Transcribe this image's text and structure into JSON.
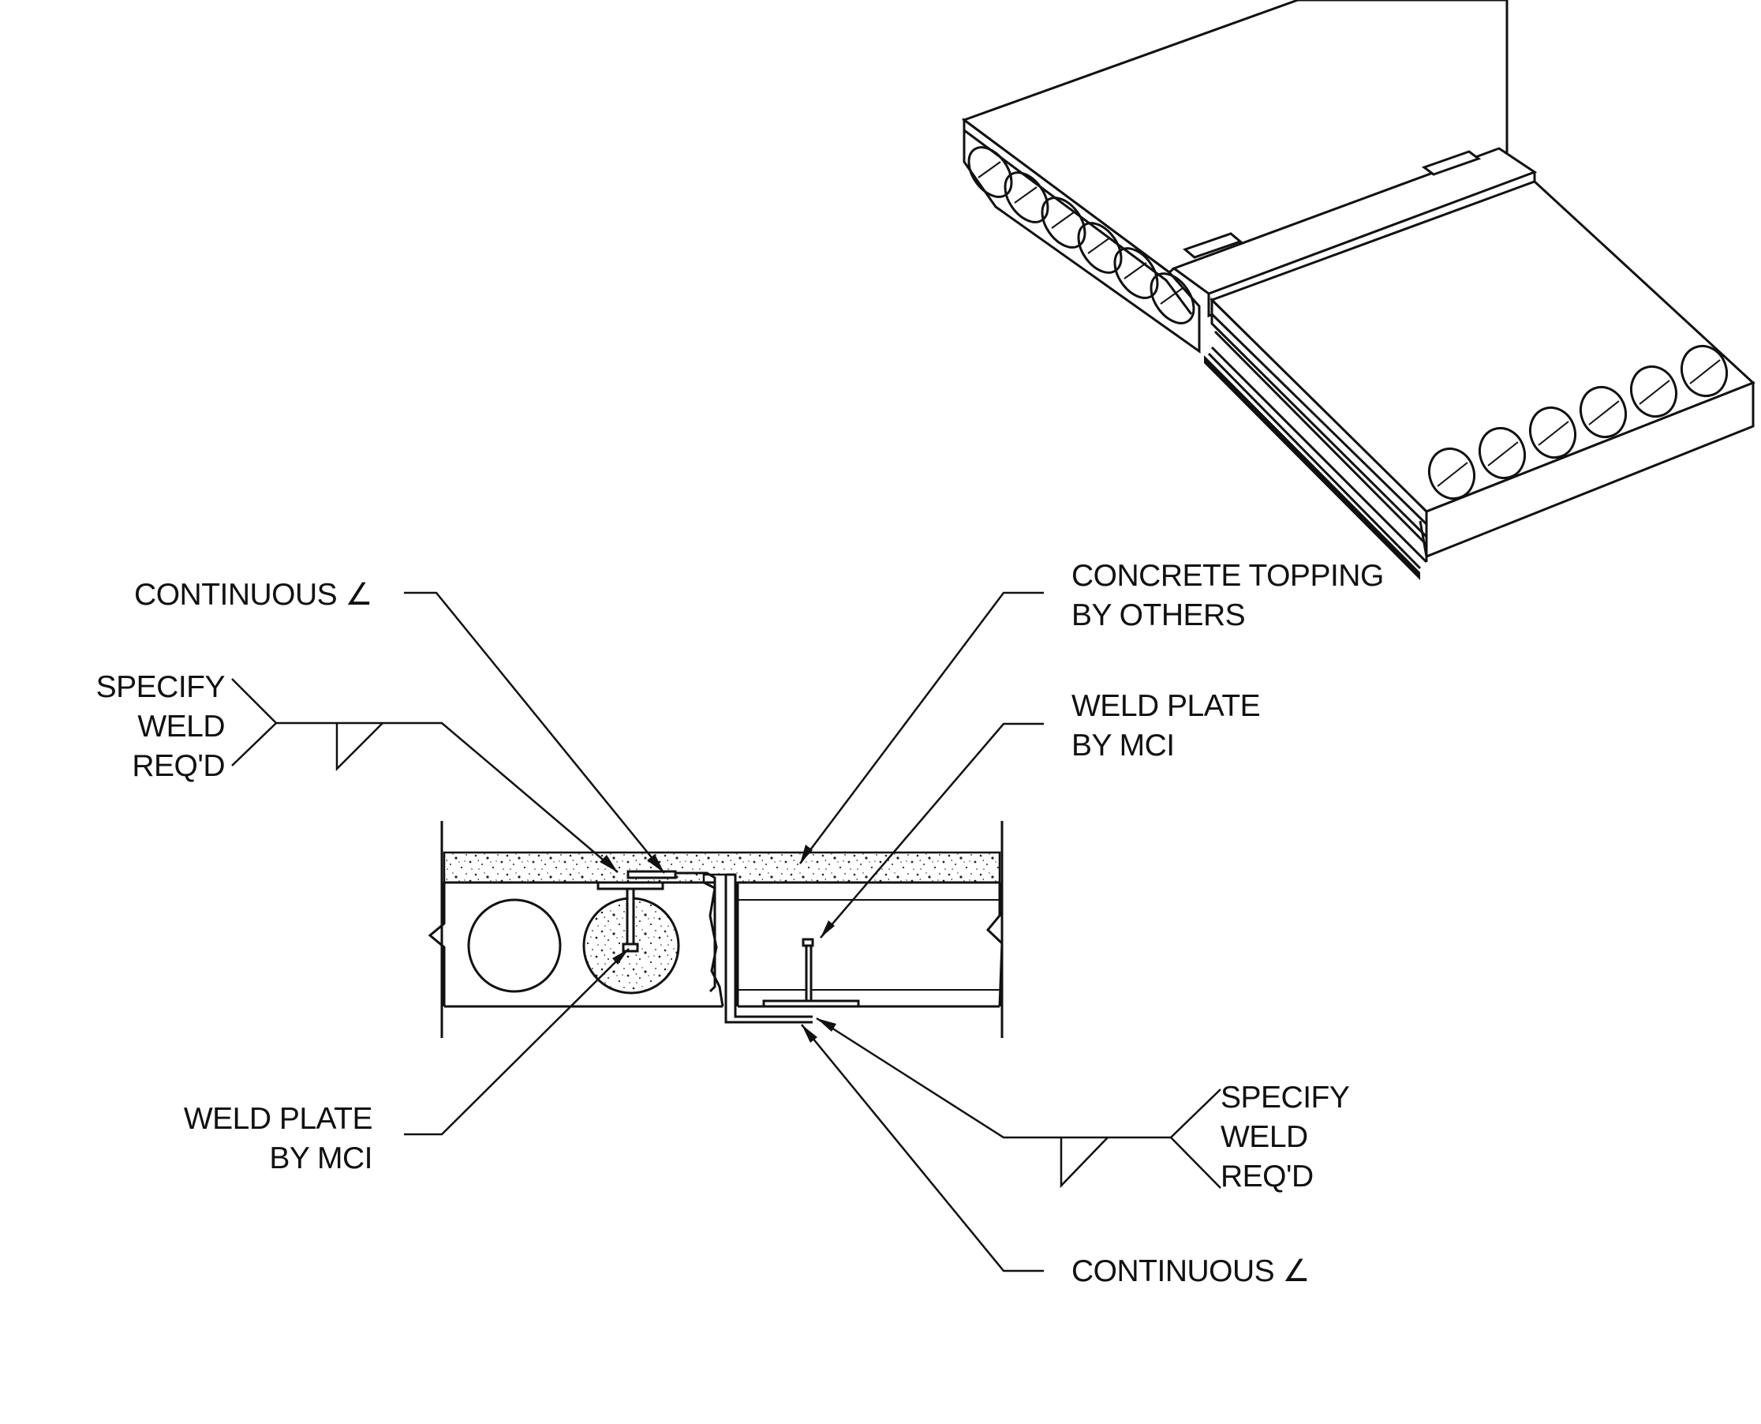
{
  "colors": {
    "line": "#111111",
    "background": "#ffffff"
  },
  "labels": {
    "continuous_angle_top": "CONTINUOUS ∠",
    "specify_weld_left_1": "SPECIFY",
    "specify_weld_left_2": "WELD",
    "specify_weld_left_3": "REQ'D",
    "weld_plate_left_1": "WELD PLATE",
    "weld_plate_left_2": "BY MCI",
    "concrete_topping_1": "CONCRETE TOPPING",
    "concrete_topping_2": "BY OTHERS",
    "weld_plate_right_1": "WELD PLATE",
    "weld_plate_right_2": "BY MCI",
    "specify_weld_right_1": "SPECIFY",
    "specify_weld_right_2": "WELD",
    "specify_weld_right_3": "REQ'D",
    "continuous_angle_bottom": "CONTINUOUS ∠"
  }
}
